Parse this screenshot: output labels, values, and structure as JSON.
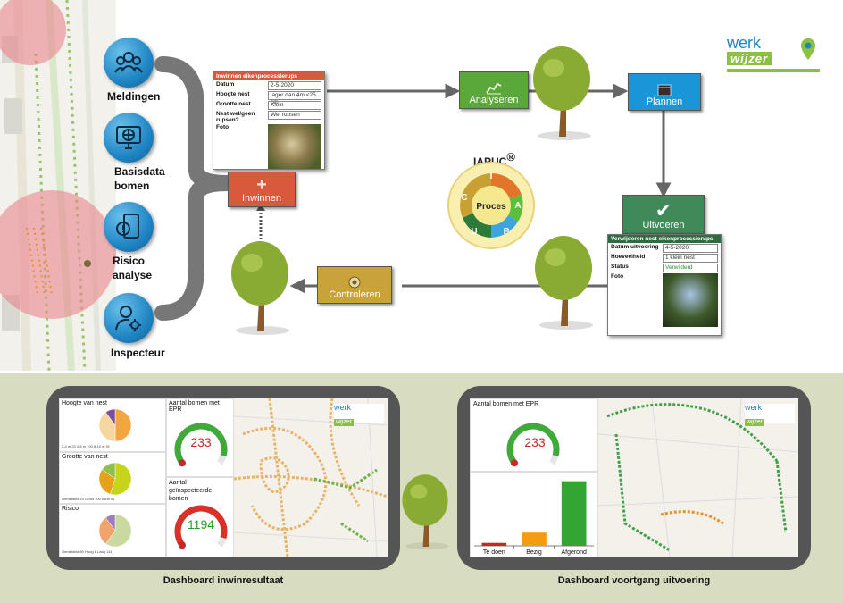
{
  "sources": [
    {
      "label": "Meldingen",
      "icon": "people-group-icon"
    },
    {
      "label": "Basisdata bomen",
      "icon": "globe-monitor-icon"
    },
    {
      "label": "Risico analyse",
      "icon": "tablet-alert-icon"
    },
    {
      "label": "Inspecteur",
      "icon": "user-gear-icon"
    }
  ],
  "steps": {
    "inwinnen": {
      "label": "Inwinnen",
      "color": "#d9593d"
    },
    "analyseren": {
      "label": "Analyseren",
      "color": "#5aa83a"
    },
    "plannen": {
      "label": "Plannen",
      "color": "#1a96d8"
    },
    "uitvoeren": {
      "label": "Uitvoeren",
      "color": "#3f8a58"
    },
    "controleren": {
      "label": "Controleren",
      "color": "#caa23a"
    }
  },
  "form_inwinnen": {
    "title": "Inwinnen eikenprocessierups",
    "rows": [
      {
        "key": "Datum",
        "value": "2-5-2020"
      },
      {
        "key": "Hoogte nest",
        "value": "lager dan 4m <25 cm"
      },
      {
        "key": "Grootte nest",
        "value": "Klein"
      },
      {
        "key": "Nest wel/geen rupsen?",
        "value": "Wel rupsen"
      }
    ],
    "foto_label": "Foto"
  },
  "form_uitvoeren": {
    "title": "Verwijderen nest eikenprocessierups",
    "rows": [
      {
        "key": "Datum uitvoering",
        "value": "4-5-2020"
      },
      {
        "key": "Hoeveelheid",
        "value": "1 klein nest"
      },
      {
        "key": "Status",
        "value": "Verwijderd"
      }
    ],
    "foto_label": "Foto"
  },
  "iapuc": {
    "title": "IAPUC",
    "registered": "®",
    "center": "Proces",
    "letters": [
      "I",
      "A",
      "P",
      "U",
      "C"
    ]
  },
  "logo": {
    "line1": "werk",
    "line2": "wijzer"
  },
  "dashboard_left": {
    "caption": "Dashboard inwinresultaat",
    "pies": [
      {
        "title": "Hoogte van nest",
        "legend": "2-4 m 23  4-6 m 100  8-10 m 91",
        "slices": [
          0.5,
          0.4,
          0.1
        ],
        "colors": [
          "#f3a640",
          "#f7d7a0",
          "#7a4fa0"
        ]
      },
      {
        "title": "Grootte van nest",
        "legend": "Gemiddeld 23  Groot 100  Klein 91",
        "slices": [
          0.55,
          0.3,
          0.15
        ],
        "colors": [
          "#c7d51a",
          "#e6a21c",
          "#8cc24a"
        ]
      },
      {
        "title": "Risico",
        "legend": "Gemiddeld 60  Hoog 8  Laag 114",
        "slices": [
          0.6,
          0.3,
          0.1
        ],
        "colors": [
          "#c9d9a0",
          "#f0a46b",
          "#9f78c0"
        ]
      }
    ],
    "gauges": [
      {
        "title": "Aantal bomen met EPR",
        "value": "233",
        "fill": 0.92
      },
      {
        "title": "Aantal geïnspecteerde bomen",
        "value": "1194",
        "fill": 0.92
      }
    ]
  },
  "dashboard_right": {
    "caption": "Dashboard voortgang uitvoering",
    "gauge": {
      "title": "Aantal bomen met EPR",
      "value": "233",
      "fill": 0.92
    },
    "chart_data": {
      "type": "bar",
      "categories": [
        "Te doen",
        "Bezig",
        "Afgerond"
      ],
      "values": [
        4,
        18,
        88
      ],
      "colors": [
        "#c62828",
        "#f39c12",
        "#33a532"
      ]
    }
  },
  "colors": {
    "bottom_bg": "#d8dcc0",
    "tree_crown": "#8aab33",
    "tree_trunk": "#8a5a2a",
    "arrow": "#666666"
  }
}
